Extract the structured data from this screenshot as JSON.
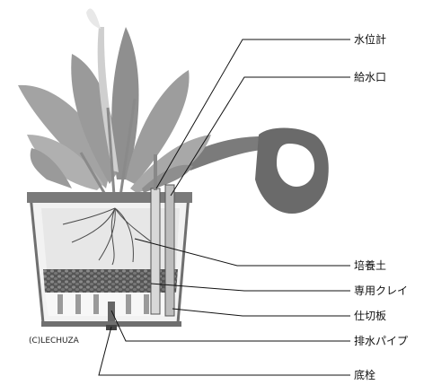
{
  "labels": {
    "water_level_meter": "水位計",
    "water_inlet": "給水口",
    "potting_soil": "培養土",
    "special_clay": "専用クレイ",
    "partition_plate": "仕切板",
    "drain_pipe": "排水パイプ",
    "bottom_plug": "底栓"
  },
  "credit": "(C)LECHUZA",
  "colors": {
    "line": "#111111",
    "leaf": "#9a9a9a",
    "leaf_dark": "#7d7d7d",
    "pot": "#6f6f6f",
    "soil": "#e4e4e4",
    "clay": "#3a3a3a",
    "can": "#6a6a6a"
  },
  "icons": [
    "watering-can-icon",
    "plant-illustration"
  ]
}
